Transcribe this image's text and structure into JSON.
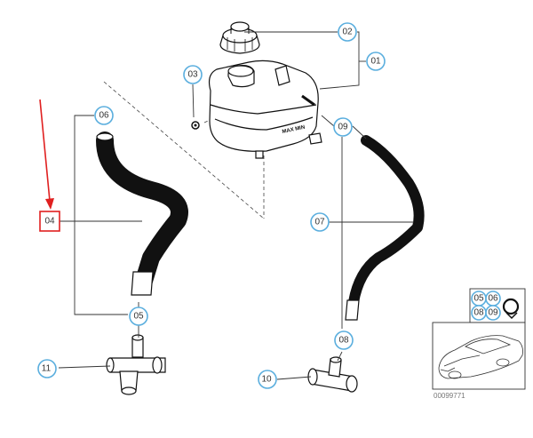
{
  "diagram": {
    "callouts": {
      "c01": "01",
      "c02": "02",
      "c03": "03",
      "c04": "04",
      "c05": "05",
      "c06": "06",
      "c07": "07",
      "c08": "08",
      "c09": "09",
      "c10": "10",
      "c11": "11"
    },
    "tank_label": "MAX MIN",
    "highlighted_callout": "04",
    "accent_color": "#e02020",
    "callout_ring_color": "#5aaede"
  },
  "thumbnail": {
    "kit_labels": [
      "05",
      "06",
      "08",
      "09"
    ],
    "image_number": "00099771"
  }
}
